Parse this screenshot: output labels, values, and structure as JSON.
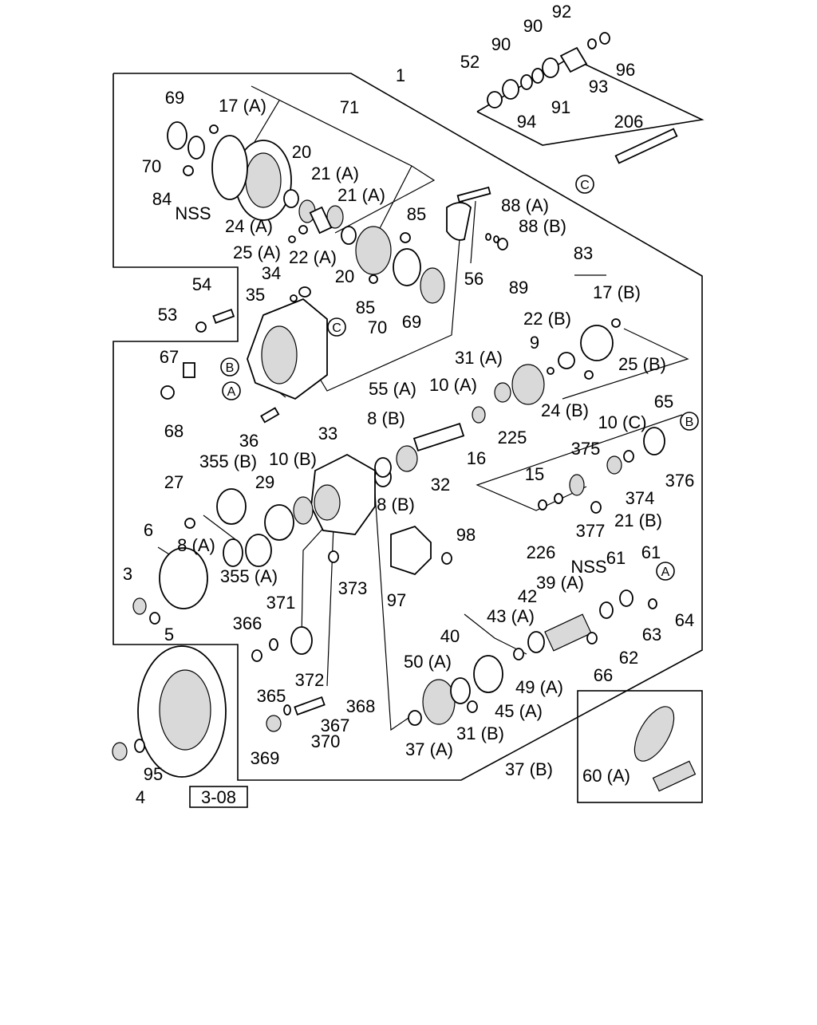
{
  "diagram": {
    "callouts": [
      "1",
      "69",
      "17 (A)",
      "71",
      "70",
      "84",
      "NSS",
      "20",
      "21 (A)",
      "21 (A)",
      "85",
      "24 (A)",
      "25 (A)",
      "22 (A)",
      "20",
      "85",
      "70",
      "69",
      "34",
      "35",
      "53",
      "54",
      "67",
      "68",
      "36",
      "55 (A)",
      "56",
      "88 (A)",
      "88 (B)",
      "89",
      "83",
      "17 (B)",
      "22 (B)",
      "9",
      "25 (B)",
      "31 (A)",
      "10 (A)",
      "24 (B)",
      "225",
      "16",
      "8 (B)",
      "33",
      "10 (B)",
      "32",
      "8 (B)",
      "355 (B)",
      "27",
      "29",
      "6",
      "8 (A)",
      "3",
      "5",
      "355 (A)",
      "371",
      "366",
      "365",
      "372",
      "373",
      "97",
      "98",
      "368",
      "367",
      "370",
      "369",
      "37 (A)",
      "31 (B)",
      "45 (A)",
      "50 (A)",
      "49 (A)",
      "40",
      "43 (A)",
      "42",
      "39 (A)",
      "NSS",
      "61",
      "61",
      "66",
      "62",
      "63",
      "64",
      "65",
      "10 (C)",
      "376",
      "374",
      "375",
      "15",
      "226",
      "377",
      "21 (B)",
      "206",
      "52",
      "90",
      "90",
      "92",
      "94",
      "91",
      "93",
      "96",
      "95",
      "4",
      "37 (B)",
      "60 (A)",
      "NSS"
    ],
    "circle_refs": [
      "C",
      "B",
      "A",
      "B",
      "A",
      "C"
    ],
    "box_ref": "3-08"
  }
}
